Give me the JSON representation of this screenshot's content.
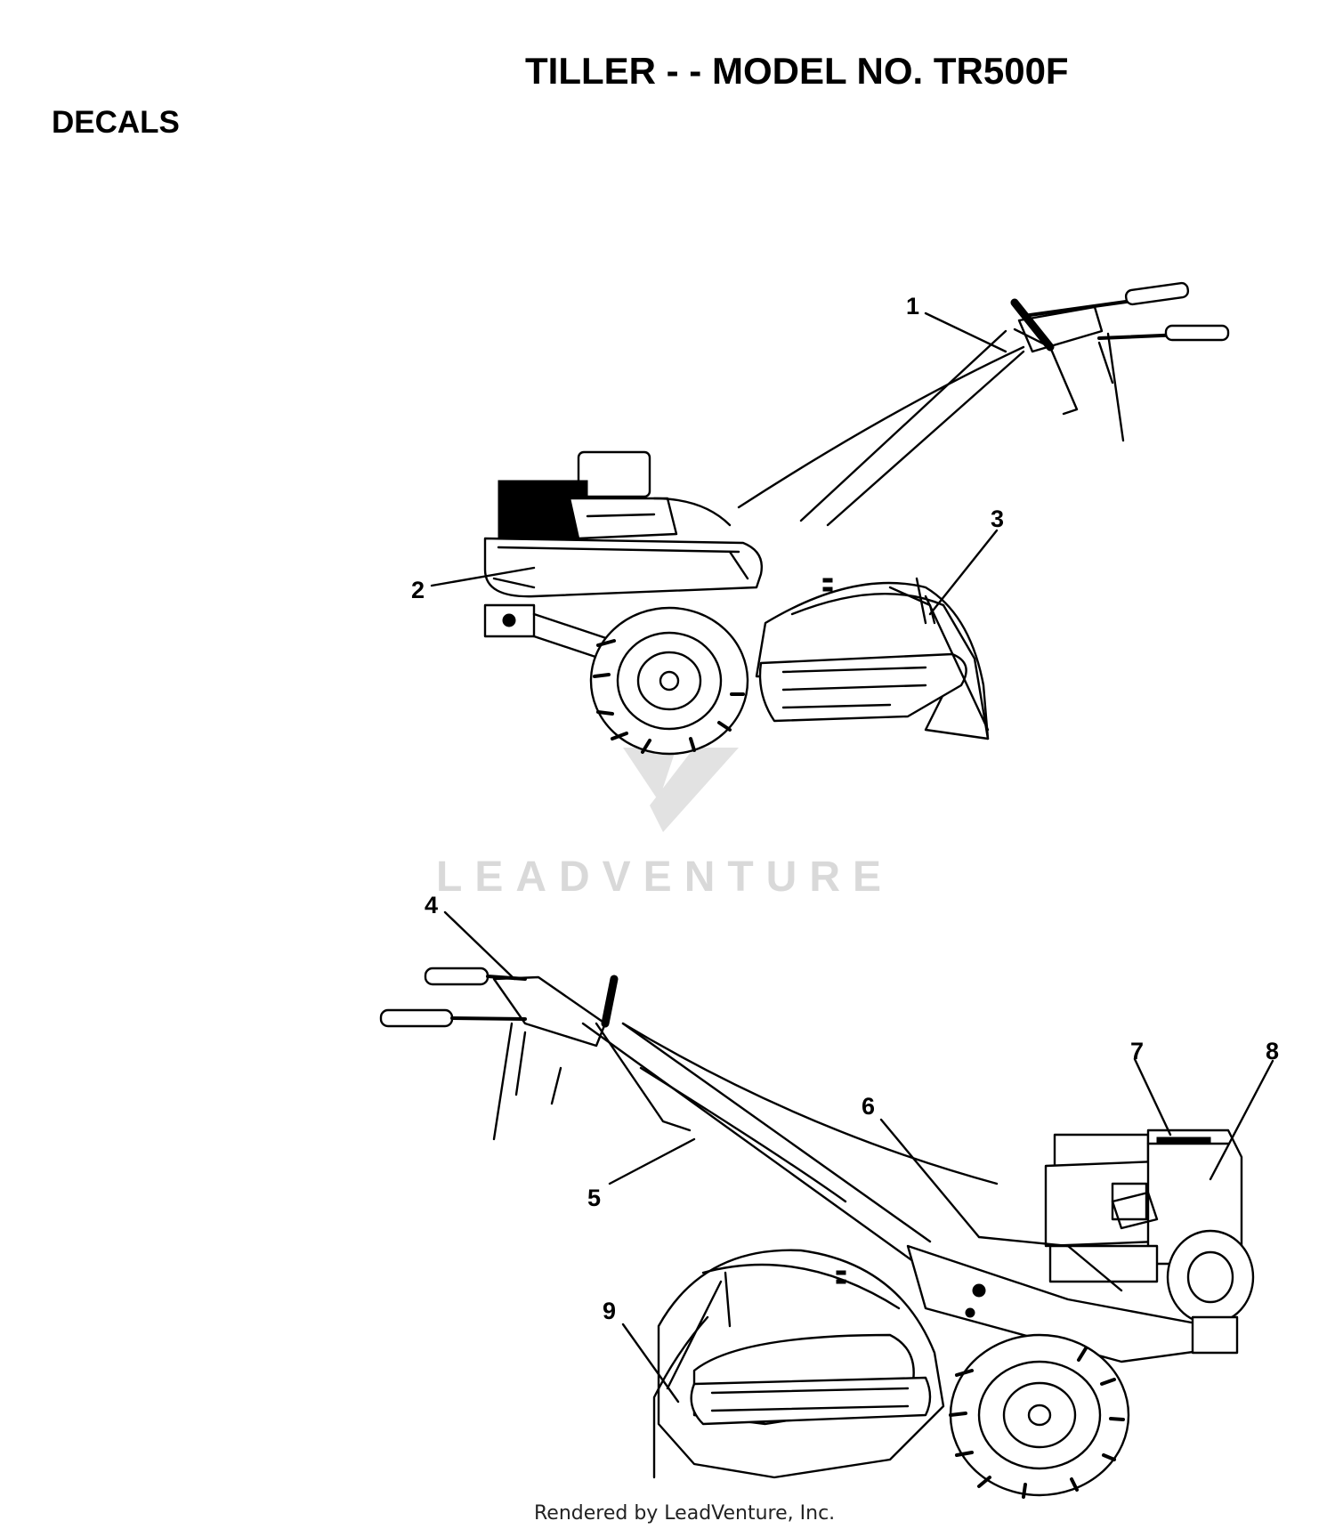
{
  "header": {
    "title": "TILLER - - MODEL NO. TR500F",
    "section": "DECALS"
  },
  "watermark": "LEADVENTURE",
  "footer": "Rendered by LeadVenture, Inc.",
  "callouts": [
    "1",
    "2",
    "3",
    "4",
    "5",
    "6",
    "7",
    "8",
    "9"
  ]
}
